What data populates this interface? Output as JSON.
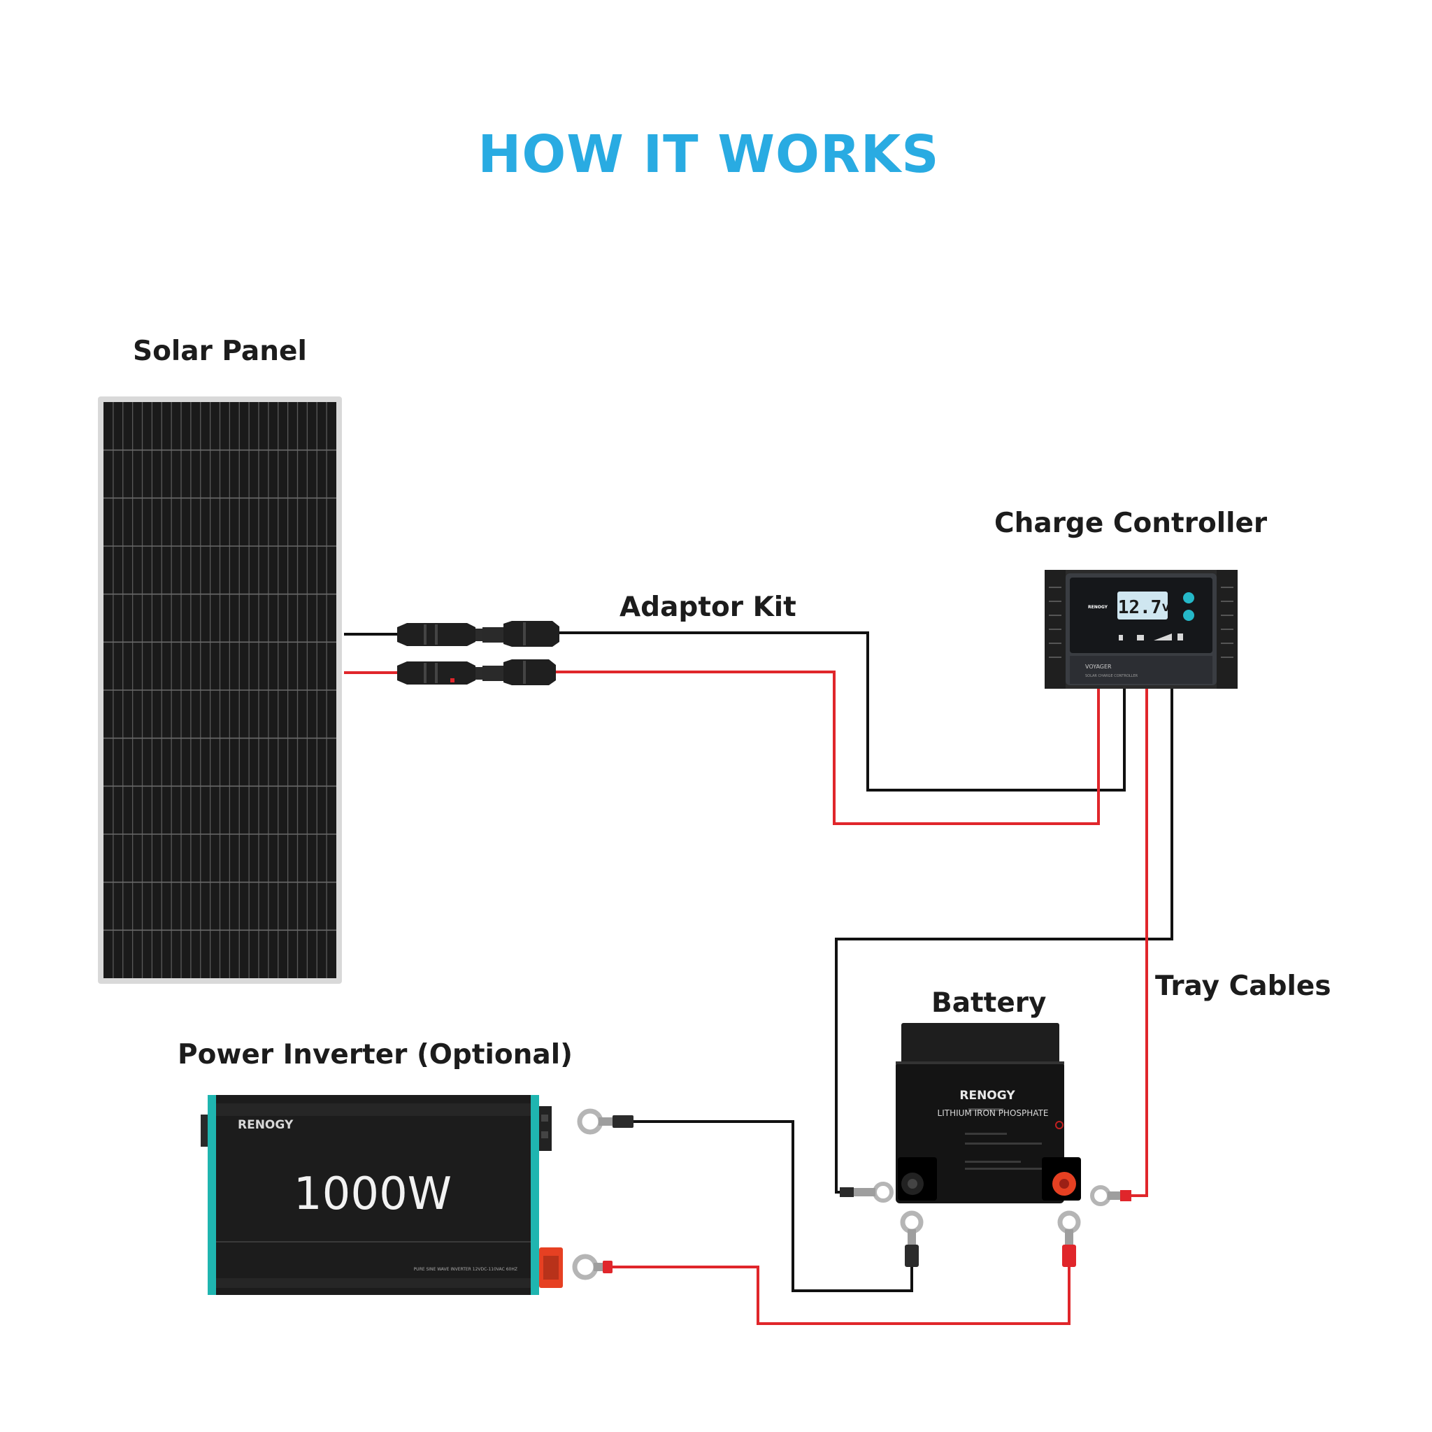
{
  "title": "HOW IT WORKS",
  "colors": {
    "title": "#29ABE2",
    "wire_negative": "#111111",
    "wire_positive": "#E0262B",
    "panel_frame": "#D9D9D9",
    "panel_cells": "#1A1A1A",
    "inverter_accent": "#1FB5B0",
    "terminal_red": "#E64022"
  },
  "components": {
    "solar_panel": "Solar Panel",
    "adaptor_kit": "Adaptor Kit",
    "charge_controller": "Charge Controller",
    "tray_cables": "Tray Cables",
    "battery": "Battery",
    "power_inverter": "Power Inverter (Optional)"
  },
  "controller": {
    "brand": "RENOGY",
    "display": "12.7",
    "unit": "V",
    "model": "VOYAGER",
    "subtitle": "SOLAR CHARGE CONTROLLER"
  },
  "battery": {
    "brand": "RENOGY",
    "chemistry": "LITHIUM IRON PHOSPHATE"
  },
  "inverter": {
    "brand": "RENOGY",
    "rating": "1000W",
    "subtitle": "PURE SINE WAVE INVERTER 12VDC-110VAC 60HZ"
  }
}
